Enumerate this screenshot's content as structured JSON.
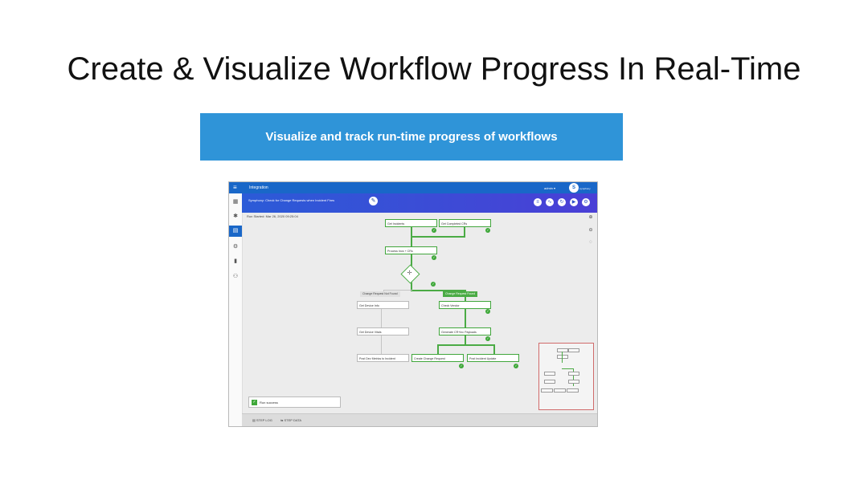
{
  "slide": {
    "title": "Create & Visualize Workflow Progress In Real-Time",
    "banner_text": "Visualize and track run-time progress of workflows",
    "banner_color": "#2f94d8"
  },
  "app": {
    "title": "Integration",
    "user": "admin ▾",
    "logo_text": "symphony",
    "workflow_title": "Symphony: Check for Change Requests when Incident Fires",
    "run_started": "Run Started: Mar 26, 2020 09:25:04",
    "accent_color": "#1967c8",
    "toolbar_icons": [
      "list-icon",
      "chart-icon",
      "refresh-icon",
      "play-icon",
      "settings-icon"
    ],
    "sidebar_icons": [
      "grid-icon",
      "bug-icon",
      "workflow-icon",
      "gear-icon",
      "document-icon",
      "users-icon"
    ],
    "nodes": {
      "get_incidents": "Get Incidents",
      "get_completed_crs": "Get Completed CRs",
      "process_incs_crs": "Process Incs + CRs",
      "get_device_info": "Get Device Info",
      "check_vendor": "Check Vendor",
      "get_device_vitals": "Get Device Vitals",
      "generate_payloads": "Generate CR+Inc Payloads",
      "post_dev_metrics": "Post Dev Metrics to Incident",
      "create_change_request": "Create Change Request",
      "post_incident_update": "Post Incident Update"
    },
    "branch_labels": {
      "not_found": "Change Request Not Found",
      "found": "Change Request Found"
    },
    "status_text": "Run success",
    "bottom_buttons": {
      "step_log": "STEP LOG",
      "step_data": "STEP DATA"
    }
  }
}
